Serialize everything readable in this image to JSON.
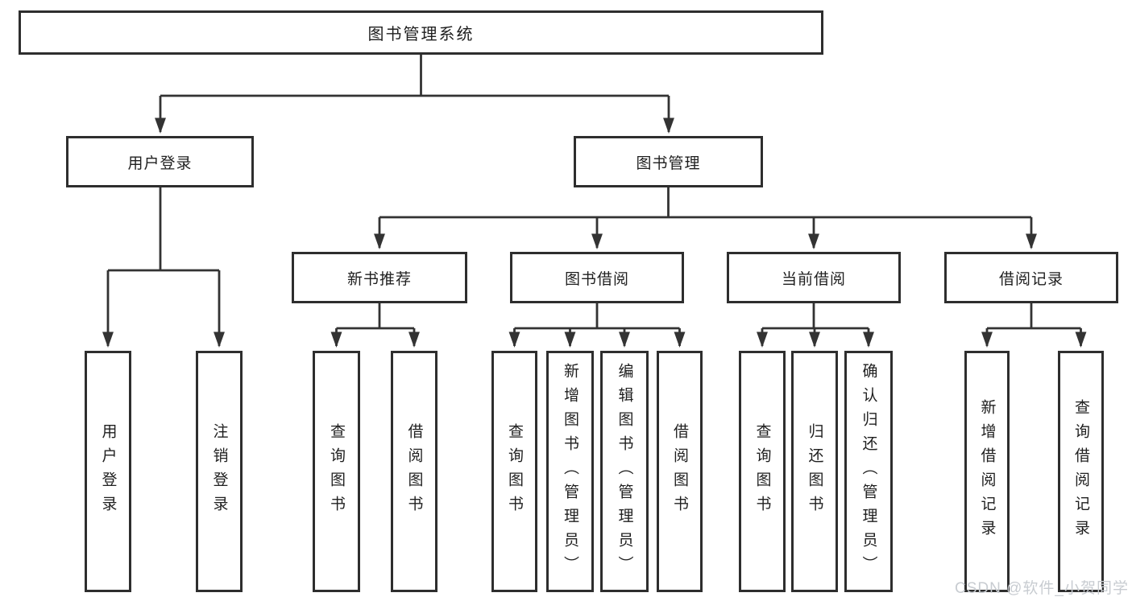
{
  "diagram": {
    "type": "hierarchy-tree",
    "root": {
      "label": "图书管理系统"
    },
    "level2": [
      {
        "id": "user-login",
        "label": "用户登录"
      },
      {
        "id": "book-management",
        "label": "图书管理"
      }
    ],
    "level3": [
      {
        "id": "new-book-recommend",
        "label": "新书推荐",
        "parent": "book-management"
      },
      {
        "id": "book-borrow",
        "label": "图书借阅",
        "parent": "book-management"
      },
      {
        "id": "current-borrow",
        "label": "当前借阅",
        "parent": "book-management"
      },
      {
        "id": "borrow-records",
        "label": "借阅记录",
        "parent": "book-management"
      }
    ],
    "leaves": {
      "user_login": [
        {
          "label": "用户登录"
        },
        {
          "label": "注销登录"
        }
      ],
      "new_book_recommend": [
        {
          "label": "查询图书"
        },
        {
          "label": "借阅图书"
        }
      ],
      "book_borrow": [
        {
          "label": "查询图书"
        },
        {
          "label": "新增图书（管理员）"
        },
        {
          "label": "编辑图书（管理员）"
        },
        {
          "label": "借阅图书"
        }
      ],
      "current_borrow": [
        {
          "label": "查询图书"
        },
        {
          "label": "归还图书"
        },
        {
          "label": "确认归还（管理员）"
        }
      ],
      "borrow_records": [
        {
          "label": "新增借阅记录"
        },
        {
          "label": "查询借阅记录"
        }
      ]
    }
  },
  "watermark": "CSDN @软件_小贺同学",
  "colors": {
    "background": "#ffffff",
    "line": "#333333",
    "box_border": "#2e2e2e",
    "text": "#1f1f1f",
    "watermark": "#c8ccd1"
  }
}
